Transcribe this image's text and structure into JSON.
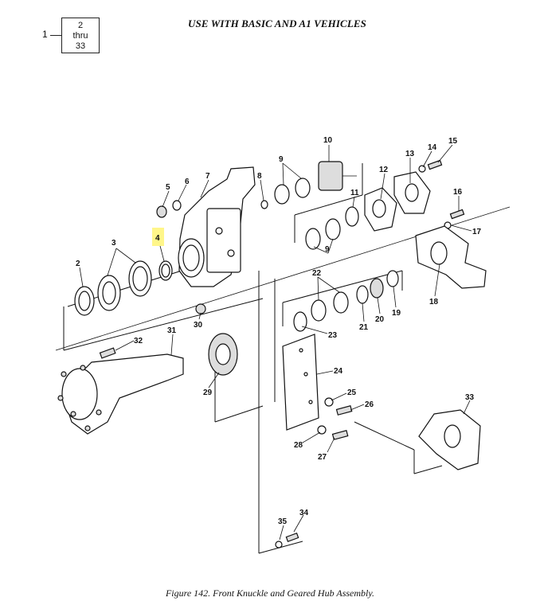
{
  "header": {
    "title": "USE WITH BASIC AND A1 VEHICLES",
    "ref_lead": "1",
    "ref_box": [
      "2",
      "thru",
      "33"
    ]
  },
  "caption": "Figure 142.  Front Knuckle and Geared Hub Assembly.",
  "highlight": {
    "item": "4",
    "color": "#fff68a"
  },
  "callouts": [
    "2",
    "3",
    "4",
    "5",
    "6",
    "7",
    "8",
    "9",
    "9",
    "10",
    "11",
    "12",
    "13",
    "14",
    "15",
    "16",
    "17",
    "18",
    "19",
    "20",
    "21",
    "22",
    "23",
    "24",
    "25",
    "26",
    "27",
    "28",
    "29",
    "30",
    "31",
    "32",
    "33",
    "34",
    "35"
  ]
}
